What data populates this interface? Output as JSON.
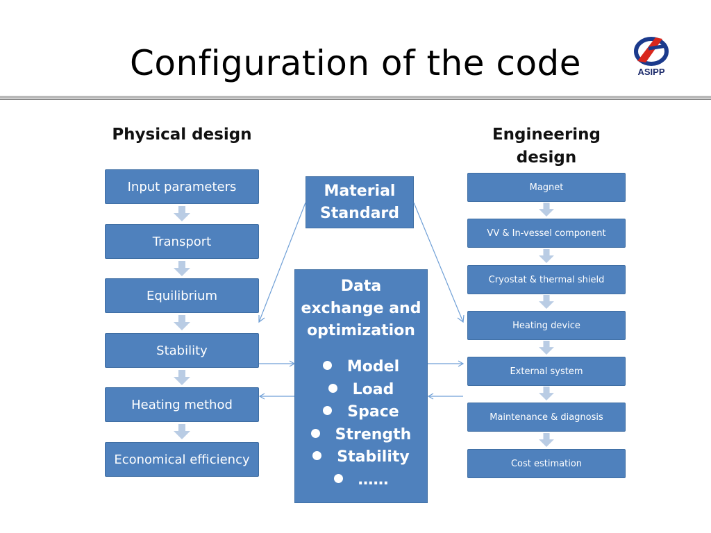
{
  "slide": {
    "title": "Configuration of the code",
    "logo_text": "ASIPP"
  },
  "physical": {
    "heading": "Physical design",
    "items": [
      "Input parameters",
      "Transport",
      "Equilibrium",
      "Stability",
      "Heating method",
      "Economical efficiency"
    ]
  },
  "engineering": {
    "heading_line1": "Engineering",
    "heading_line2": "design",
    "items": [
      "Magnet",
      "VV & In-vessel component",
      "Cryostat & thermal shield",
      "Heating device",
      "External system",
      "Maintenance & diagnosis",
      "Cost estimation"
    ]
  },
  "material": {
    "line1": "Material",
    "line2": "Standard"
  },
  "center": {
    "line1": "Data",
    "line2": "exchange and",
    "line3": "optimization",
    "bullets": [
      "Model",
      "Load",
      "Space",
      "Strength",
      "Stability",
      "……"
    ]
  },
  "colors": {
    "box_fill": "#4f81bd",
    "arrow_fill": "#b9cce4",
    "connector": "#6f9fd6"
  }
}
